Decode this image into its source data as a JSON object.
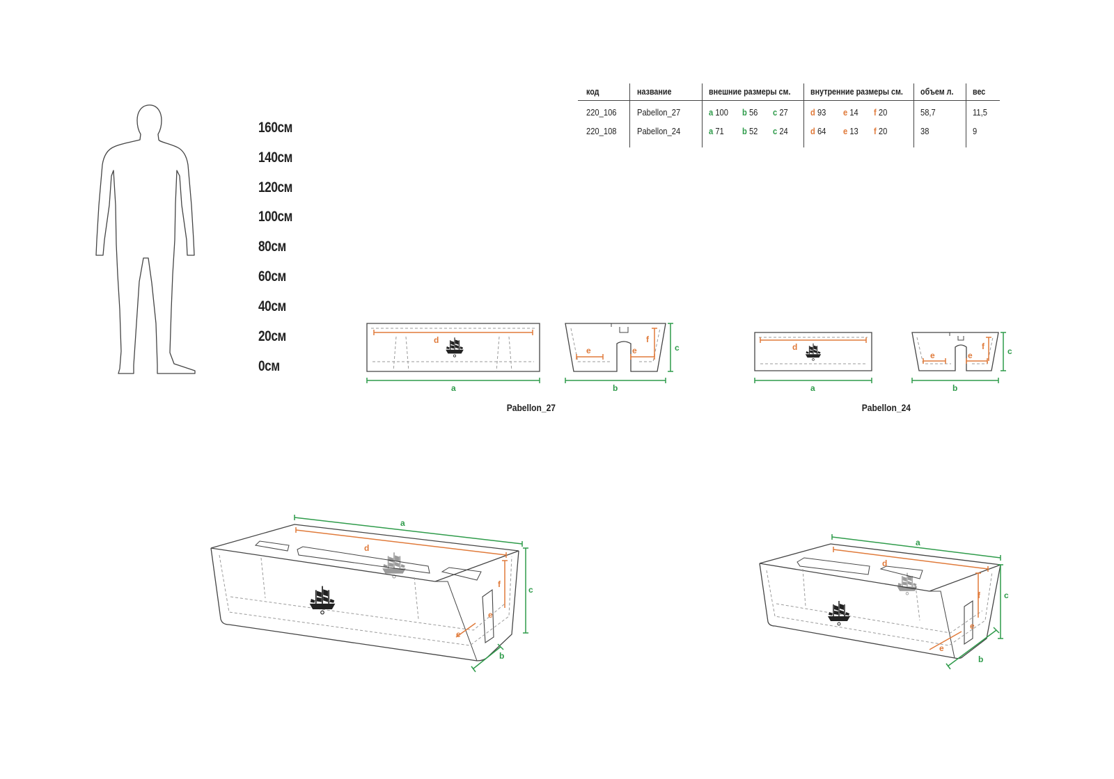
{
  "scale": {
    "labels": [
      "160см",
      "140см",
      "120см",
      "100см",
      "80см",
      "60см",
      "40см",
      "20см",
      "0см"
    ]
  },
  "table": {
    "headers": {
      "code": "код",
      "name": "название",
      "outer": "внешние размеры см.",
      "inner": "внутренние размеры см.",
      "volume": "объем  л.",
      "weight": "вес"
    },
    "rows": [
      {
        "code": "220_106",
        "name": "Pabellon_27",
        "a_key": "a",
        "a": "100",
        "b_key": "b",
        "b": "56",
        "c_key": "c",
        "c": "27",
        "d_key": "d",
        "d": "93",
        "e_key": "e",
        "e": "14",
        "f_key": "f",
        "f": "20",
        "volume": "58,7",
        "weight": "11,5"
      },
      {
        "code": "220_108",
        "name": "Pabellon_24",
        "a_key": "a",
        "a": "71",
        "b_key": "b",
        "b": "52",
        "c_key": "c",
        "c": "24",
        "d_key": "d",
        "d": "64",
        "e_key": "e",
        "e": "13",
        "f_key": "f",
        "f": "20",
        "volume": "38",
        "weight": "9"
      }
    ]
  },
  "drawings": {
    "pabellon27": {
      "caption": "Pabellon_27",
      "front": {
        "dim_outer": "a",
        "dim_inner": "d"
      },
      "side": {
        "dim_outer_width": "b",
        "dim_height": "c",
        "dim_inner_e": "e",
        "dim_inner_f": "f"
      },
      "iso": {
        "a": "a",
        "b": "b",
        "c": "c",
        "d": "d",
        "e": "e",
        "f": "f"
      }
    },
    "pabellon24": {
      "caption": "Pabellon_24",
      "front": {
        "dim_outer": "a",
        "dim_inner": "d"
      },
      "side": {
        "dim_outer_width": "b",
        "dim_height": "c",
        "dim_inner_e": "e",
        "dim_inner_f": "f"
      },
      "iso": {
        "a": "a",
        "b": "b",
        "c": "c",
        "d": "d",
        "e": "e",
        "f": "f"
      }
    }
  },
  "colors": {
    "outer_dimension": "#2e9b4a",
    "inner_dimension": "#e07a3a",
    "outline": "#444444",
    "hidden_line": "#9a9a9a"
  },
  "icons": [
    "human-silhouette-icon",
    "ship-logo-icon"
  ]
}
